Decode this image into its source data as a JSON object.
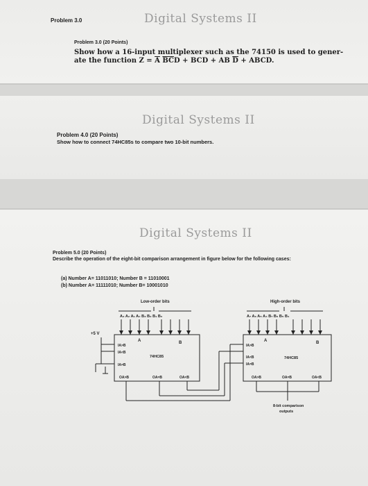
{
  "problem3": {
    "header": "Problem 3.0",
    "handwritten": "Digital Systems II",
    "title": "Problem 3.0 (20 Points)",
    "line1": "Show how a 16-input multiplexer such as the 74150 is used to gener-",
    "line2_prefix": "ate the function Z = ",
    "term1a": "A",
    "term1b": "B",
    "term1c": "C",
    "term1d": "D",
    "rest": " + BCD + AB",
    "term3d": "D",
    "end": " + ABCD."
  },
  "problem4": {
    "handwritten": "Digital Systems II",
    "title": "Problem 4.0 (20 Points)",
    "text": "Show how to connect 74HC85s to compare two 10-bit numbers."
  },
  "problem5": {
    "handwritten": "Digital Systems II",
    "title": "Problem 5.0 (20 Points)",
    "text": "Describe the operation of the eight-bit comparison arrangement in figure below for the following cases:",
    "case_a": "(a)  Number A= 11011010; Number B = 11010001",
    "case_b": "(b)  Number A= 11111010; Number B= 10001010"
  },
  "diagram": {
    "low_order_label": "Low-order bits",
    "high_order_label": "High-order bits",
    "low_pins": "A₃ A₂ A₁ A₀   B₃ B₂ B₁ B₀",
    "high_pins": "A₇ A₆ A₅ A₄   B₇ B₆ B₅ B₄",
    "supply": "+5 V",
    "chip_label": "74HC85",
    "in_gt": "IA>B",
    "in_lt": "IA<B",
    "in_eq": "IA=B",
    "a_label": "A",
    "b_label": "B",
    "out_gt": "OA>B",
    "out_eq": "OA=B",
    "out_lt": "OA<B",
    "outputs_line1": "8-bit comparison",
    "outputs_line2": "outputs"
  }
}
